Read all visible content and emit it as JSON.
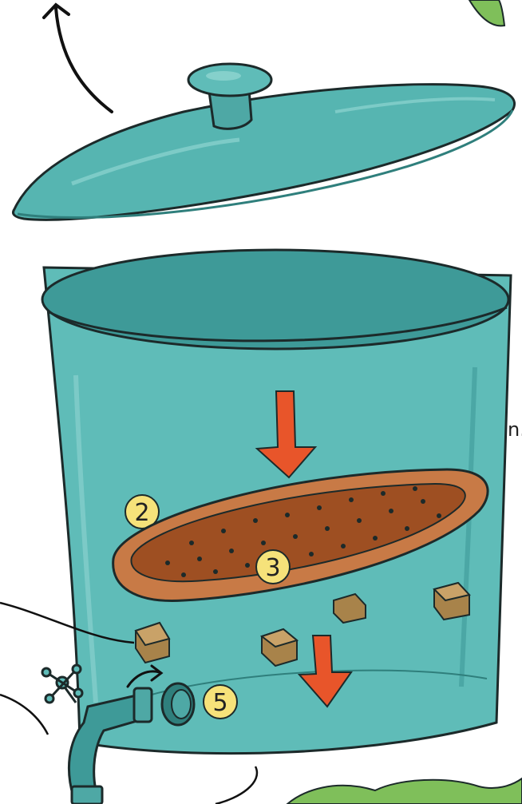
{
  "labels": {
    "step_2": "2",
    "step_3": "3",
    "step_5": "5",
    "margin_fragment": "n."
  },
  "colors": {
    "container_teal": "#5fbcb8",
    "container_dark": "#3e9a98",
    "lid_teal": "#56b5b1",
    "tray_brown": "#b4602e",
    "tray_rim": "#c87a46",
    "arrow_orange": "#e8552a",
    "label_yellow": "#f6e27a",
    "block_tan": "#a8834a",
    "leaf_green": "#7fbf5a",
    "outline": "#1c2a2a"
  },
  "icons": {
    "lid": "lid-icon",
    "knob": "knob-icon",
    "container": "container-icon",
    "tray": "perforated-tray-icon",
    "tap": "tap-icon",
    "spacer_block": "wooden-block-icon",
    "leaf": "leaf-icon"
  }
}
